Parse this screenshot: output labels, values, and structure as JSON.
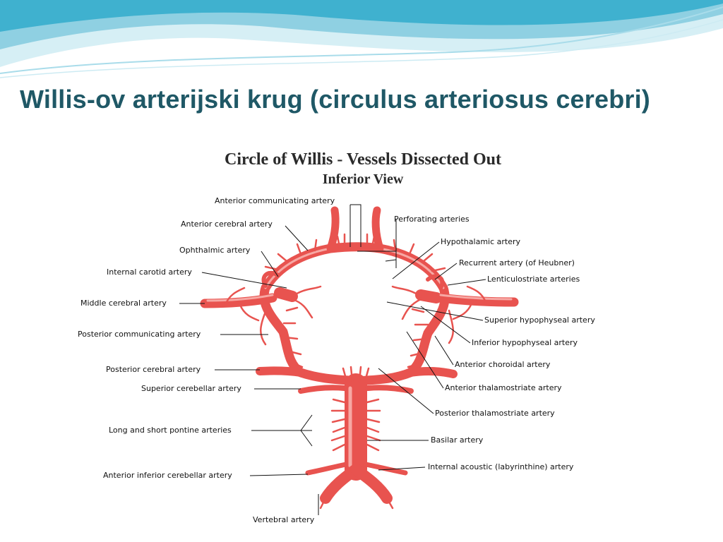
{
  "slide": {
    "title": "Willis-ov arterijski krug (circulus arteriosus cerebri)",
    "colors": {
      "title": "#1f5866",
      "wave_dark": "#2aa0bf",
      "wave_light": "#bfe6ef",
      "vessel": "#e8534f"
    }
  },
  "diagram": {
    "title": "Circle of Willis - Vessels Dissected Out",
    "subtitle": "Inferior View",
    "labels": {
      "anterior_communicating": "Anterior communicating artery",
      "anterior_cerebral": "Anterior cerebral artery",
      "ophthalmic": "Ophthalmic artery",
      "internal_carotid": "Internal carotid artery",
      "middle_cerebral": "Middle cerebral artery",
      "posterior_communicating": "Posterior communicating artery",
      "posterior_cerebral": "Posterior cerebral artery",
      "superior_cerebellar": "Superior cerebellar artery",
      "pontine": "Long and short pontine arteries",
      "anterior_inferior_cerebellar": "Anterior inferior cerebellar artery",
      "vertebral": "Vertebral artery",
      "perforating": "Perforating arteries",
      "hypothalamic": "Hypothalamic artery",
      "recurrent": "Recurrent artery (of Heubner)",
      "lenticulostriate": "Lenticulostriate arteries",
      "superior_hypophyseal": "Superior hypophyseal artery",
      "inferior_hypophyseal": "Inferior hypophyseal artery",
      "anterior_choroidal": "Anterior choroidal artery",
      "anterior_thalamostriate": "Anterior thalamostriate artery",
      "posterior_thalamostriate": "Posterior thalamostriate artery",
      "basilar": "Basilar artery",
      "internal_acoustic": "Internal acoustic (labyrinthine) artery"
    }
  }
}
